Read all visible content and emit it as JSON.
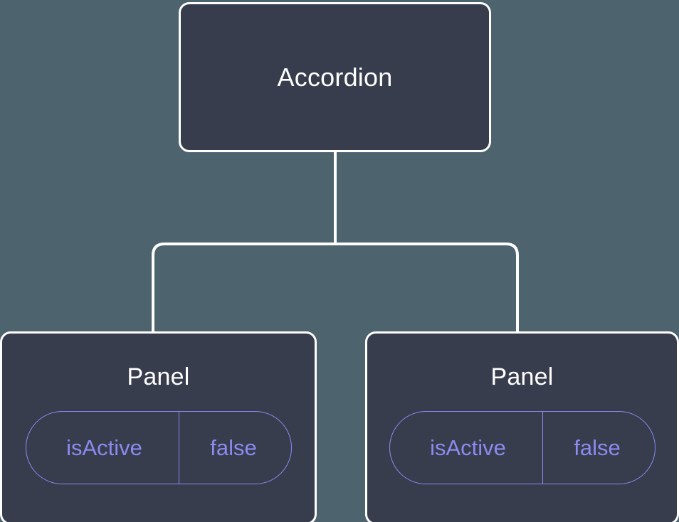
{
  "canvas": {
    "background_color": "#4d636d",
    "node_fill_color": "#373d4c",
    "node_border_color": "#ffffff",
    "edge_color": "#ffffff",
    "badge_color": "#8b8bf0",
    "title_color": "#ffffff"
  },
  "tree": {
    "root": {
      "label": "Accordion"
    },
    "children": [
      {
        "label": "Panel",
        "props": [
          {
            "key": "isActive",
            "value": "false"
          }
        ]
      },
      {
        "label": "Panel",
        "props": [
          {
            "key": "isActive",
            "value": "false"
          }
        ]
      }
    ]
  }
}
